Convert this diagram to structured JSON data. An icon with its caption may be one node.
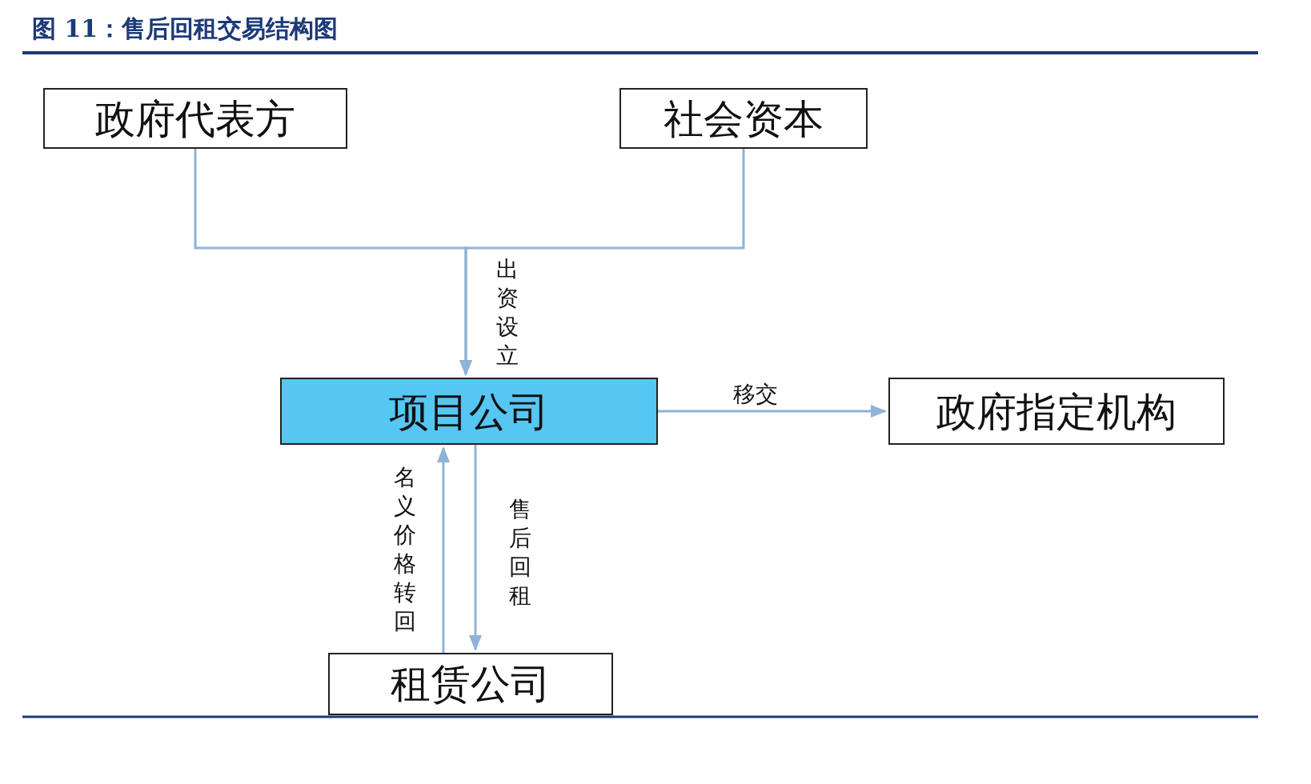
{
  "diagram": {
    "title": "图 11：售后回租交易结构图",
    "nodes": [
      {
        "text": [
          "政府代表方"
        ]
      },
      {
        "text": [
          "社会资本"
        ]
      },
      {
        "text": [
          "项目公司"
        ]
      },
      {
        "text": [
          "政府指定机构"
        ]
      },
      {
        "text": [
          "租赁公司"
        ]
      }
    ],
    "edges": [
      {
        "from": 0,
        "to": 2,
        "arrow": "to",
        "label": "出资设立"
      },
      {
        "from": 1,
        "to": 2,
        "arrow": "to"
      },
      {
        "from": 2,
        "to": 3,
        "arrow": "to",
        "label": "移交"
      },
      {
        "from": 4,
        "to": 2,
        "arrow": "to",
        "label": "名义价格转回"
      },
      {
        "from": 2,
        "to": 4,
        "arrow": "to",
        "label": "售后回租"
      }
    ]
  }
}
